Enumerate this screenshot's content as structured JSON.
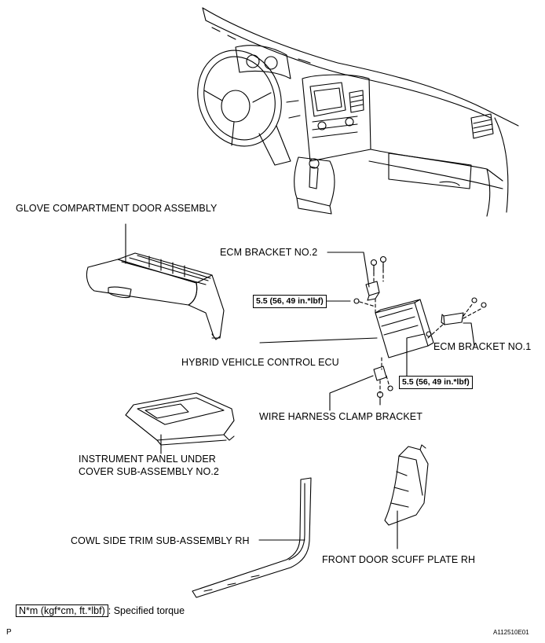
{
  "labels": {
    "glove_door": "GLOVE COMPARTMENT DOOR ASSEMBLY",
    "ecm_bracket2": "ECM BRACKET NO.2",
    "hv_ecu": "HYBRID VEHICLE CONTROL ECU",
    "ecm_bracket1": "ECM BRACKET NO.1",
    "wire_clamp": "WIRE HARNESS CLAMP BRACKET",
    "under_cover_l1": "INSTRUMENT PANEL UNDER",
    "under_cover_l2": "COVER SUB-ASSEMBLY NO.2",
    "cowl_trim": "COWL SIDE TRIM SUB-ASSEMBLY RH",
    "scuff_plate": "FRONT DOOR SCUFF PLATE RH"
  },
  "torque": {
    "left": "5.5 (56, 49 in.*lbf)",
    "right": "5.5 (56, 49 in.*lbf)"
  },
  "legend": {
    "box_text": "N*m (kgf*cm, ft.*lbf)",
    "description": ": Specified torque"
  },
  "footer": {
    "corner_letter": "P",
    "figure_code": "A112510E01"
  }
}
